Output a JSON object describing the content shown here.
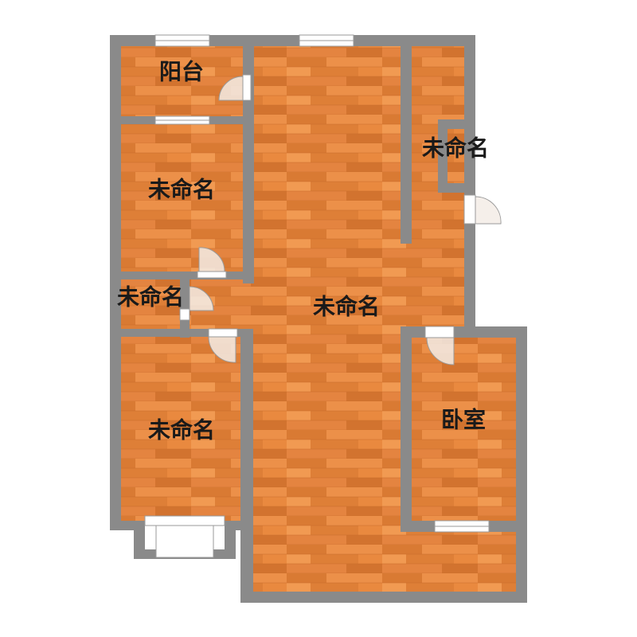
{
  "floorplan": {
    "colors": {
      "floor": "#e8873f",
      "floor_plank_dark": "#d97a33",
      "floor_plank_light": "#f19a52",
      "wall": "#8a8a8a",
      "window": "#ffffff",
      "bay_window": "#ece8dc"
    },
    "rooms": [
      {
        "id": "balcony",
        "label": "阳台"
      },
      {
        "id": "room-upper-left",
        "label": "未命名"
      },
      {
        "id": "room-upper-right",
        "label": "未命名"
      },
      {
        "id": "room-small-left",
        "label": "未命名"
      },
      {
        "id": "room-main",
        "label": "未命名"
      },
      {
        "id": "room-lower-left",
        "label": "未命名"
      },
      {
        "id": "bedroom",
        "label": "卧室"
      }
    ]
  }
}
